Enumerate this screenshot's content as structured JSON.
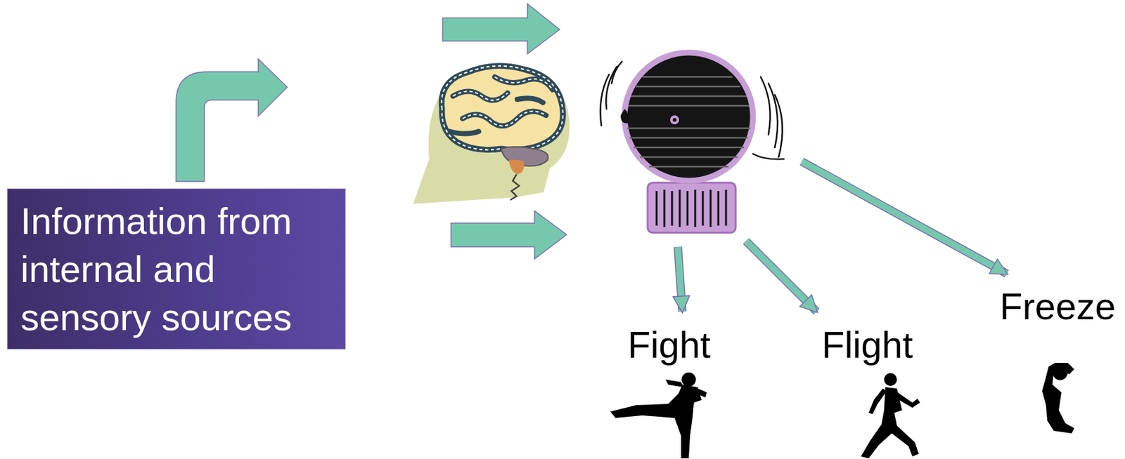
{
  "diagram": {
    "nodes": [
      {
        "text": [
          "Information from internal and sensory sources"
        ]
      }
    ],
    "labels": [
      "Fight",
      "Flight",
      "Freeze"
    ]
  }
}
